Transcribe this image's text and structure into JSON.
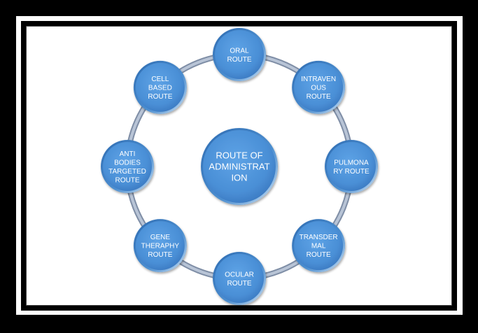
{
  "diagram": {
    "title": "Route of Administration cycle diagram",
    "colors": {
      "node_fill": "#4a8fd6",
      "node_fill_light": "#6aaae6",
      "node_fill_dark": "#2f6fb8",
      "ring": "#9aaac0",
      "text": "#ffffff"
    },
    "center": {
      "lines": [
        "ROUTE OF",
        "ADMINISTRAT",
        "ION"
      ]
    },
    "nodes": [
      {
        "id": "oral",
        "lines": [
          "ORAL",
          "ROUTE"
        ]
      },
      {
        "id": "intravenous",
        "lines": [
          "INTRAVEN",
          "OUS",
          "ROUTE"
        ]
      },
      {
        "id": "pulmonary",
        "lines": [
          "PULMONA",
          "RY ROUTE"
        ]
      },
      {
        "id": "transdermal",
        "lines": [
          "TRANSDER",
          "MAL",
          "ROUTE"
        ]
      },
      {
        "id": "ocular",
        "lines": [
          "OCULAR",
          "ROUTE"
        ]
      },
      {
        "id": "gene-therapy",
        "lines": [
          "GENE",
          "THERAPHY",
          "ROUTE"
        ]
      },
      {
        "id": "antibodies-targeted",
        "lines": [
          "ANTI",
          "BODIES",
          "TARGETED",
          "ROUTE"
        ]
      },
      {
        "id": "cell-based",
        "lines": [
          "CELL",
          "BASED",
          "ROUTE"
        ]
      }
    ]
  }
}
